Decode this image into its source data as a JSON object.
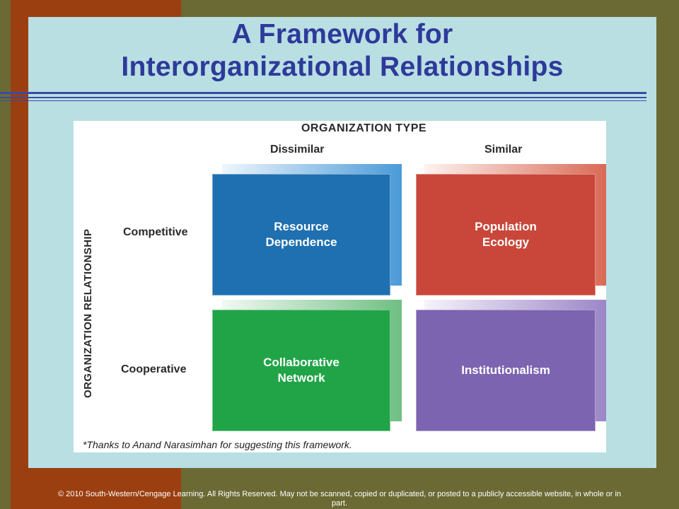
{
  "slide": {
    "title_line1": "A Framework for",
    "title_line2": "Interorganizational Relationships",
    "copyright": "© 2010 South-Western/Cengage Learning. All Rights Reserved. May not be scanned, copied or duplicated, or posted to a publicly accessible website, in whole or in part."
  },
  "figure": {
    "column_axis_title": "ORGANIZATION TYPE",
    "row_axis_title": "ORGANIZATION RELATIONSHIP",
    "columns": [
      "Dissimilar",
      "Similar"
    ],
    "rows": [
      "Competitive",
      "Cooperative"
    ],
    "cells": [
      {
        "line1": "Resource",
        "line2": "Dependence",
        "color": "#1f70b0"
      },
      {
        "line1": "Population",
        "line2": "Ecology",
        "color": "#c9473a"
      },
      {
        "line1": "Collaborative",
        "line2": "Network",
        "color": "#21a448"
      },
      {
        "line1": "Institutionalism",
        "line2": "",
        "color": "#7c64b0"
      }
    ],
    "footnote": "*Thanks to Anand Narasimhan for suggesting this framework."
  }
}
